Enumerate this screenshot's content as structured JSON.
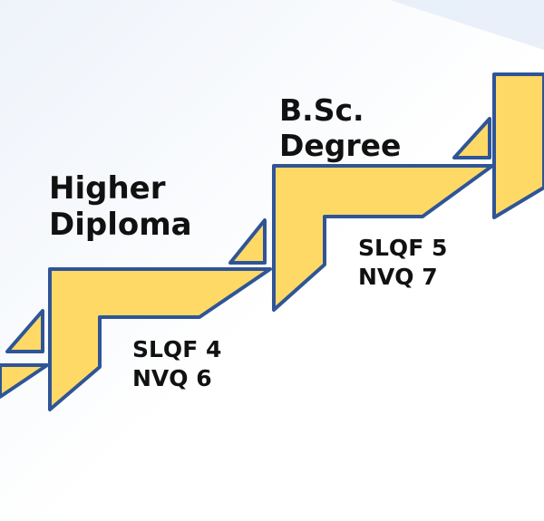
{
  "colors": {
    "fill": "#FFD966",
    "stroke": "#2F5597",
    "background_tint": "#EAF1F9"
  },
  "steps": [
    {
      "title_lines": [
        "Higher",
        "Diploma"
      ],
      "level_lines": [
        "SLQF 4",
        "NVQ 6"
      ]
    },
    {
      "title_lines": [
        "B.Sc.",
        "Degree"
      ],
      "level_lines": [
        "SLQF 5",
        "NVQ 7"
      ]
    }
  ]
}
